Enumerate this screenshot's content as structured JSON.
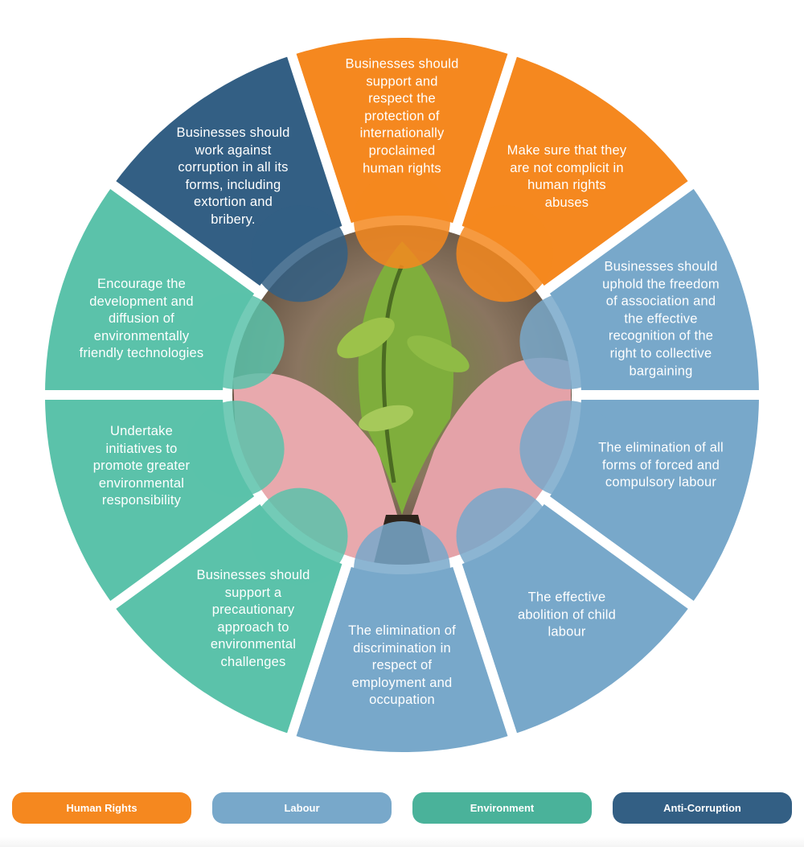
{
  "colors": {
    "human_rights": "#F5881F",
    "labour": "#78A8CA",
    "environment": "#5BC2AA",
    "anti_corruption": "#335F84",
    "environment_legend": "#4AB29A"
  },
  "center_image": "hands-planting-seedling",
  "segments": [
    {
      "category": "human_rights",
      "text": "Businesses should\nsupport and\nrespect the\nprotection of\ninternationally\nproclaimed\nhuman rights"
    },
    {
      "category": "human_rights",
      "text": "Make sure that they\nare not complicit in\nhuman rights\nabuses"
    },
    {
      "category": "labour",
      "text": "Businesses should\nuphold the freedom\nof association and\nthe effective\nrecognition of the\nright to collective\nbargaining"
    },
    {
      "category": "labour",
      "text": "The elimination of all\nforms of forced and\ncompulsory labour"
    },
    {
      "category": "labour",
      "text": "The effective\nabolition of child\nlabour"
    },
    {
      "category": "labour",
      "text": "The elimination of\ndiscrimination in\nrespect of\nemployment and\noccupation"
    },
    {
      "category": "environment",
      "text": "Businesses should\nsupport a\nprecautionary\napproach to\nenvironmental\nchallenges"
    },
    {
      "category": "environment",
      "text": "Undertake\ninitiatives to\npromote greater\nenvironmental\nresponsibility"
    },
    {
      "category": "environment",
      "text": "Encourage the\ndevelopment and\ndiffusion of\nenvironmentally\nfriendly technologies"
    },
    {
      "category": "anti_corruption",
      "text": "Businesses should\nwork against\ncorruption in all its\nforms, including\nextortion and\nbribery."
    }
  ],
  "legend": [
    {
      "label": "Human Rights",
      "category": "human_rights"
    },
    {
      "label": "Labour",
      "category": "labour"
    },
    {
      "label": "Environment",
      "category": "environment_legend"
    },
    {
      "label": "Anti-Corruption",
      "category": "anti_corruption"
    }
  ]
}
